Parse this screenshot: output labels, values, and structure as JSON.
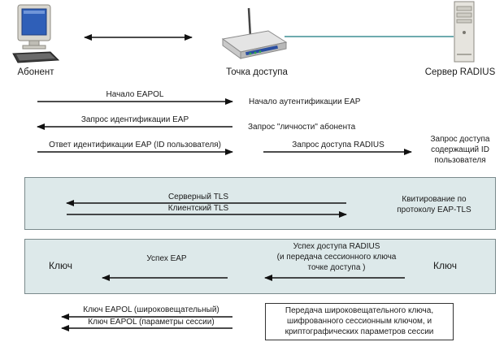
{
  "nodes": {
    "subscriber": "Абонент",
    "access_point": "Точка доступа",
    "radius_server": "Сервер RADIUS"
  },
  "icons": {
    "subscriber": "desktop-computer-icon",
    "access_point": "wireless-router-icon",
    "radius_server": "tower-server-icon"
  },
  "messages": {
    "eapol_start": "Начало EAPOL",
    "auth_start": "Начало аутентификации EAP",
    "eap_identity_request": "Запрос идентификации EAP",
    "identity_request": "Запрос \"личности\" абонента",
    "eap_identity_response": "Ответ идентификации EAP (ID пользователя)",
    "radius_access_request": "Запрос доступа RADIUS",
    "radius_request_note_1": "Запрос доступа",
    "radius_request_note_2": "содержащий ID",
    "radius_request_note_3": "пользователя"
  },
  "tls_panel": {
    "server_tls": "Серверный TLS",
    "client_tls": "Клиентский TLS",
    "handshake_1": "Квитирование по",
    "handshake_2": "протоколу EAP-TLS"
  },
  "key_panel": {
    "key_left": "Ключ",
    "key_right": "Ключ",
    "eap_success": "Успех EAP",
    "radius_success_1": "Успех доступа RADIUS",
    "radius_success_2": "(и передача сессионного ключа",
    "radius_success_3": "точке доступа )"
  },
  "bottom": {
    "eapol_key_broadcast": "Ключ EAPOL (широковещательный)",
    "eapol_key_session": "Ключ EAPOL (параметры сессии)",
    "note_1": "Передача широковещательного ключа,",
    "note_2": "шифрованного сессионным ключом, и",
    "note_3": "криптографических параметров сессии"
  }
}
